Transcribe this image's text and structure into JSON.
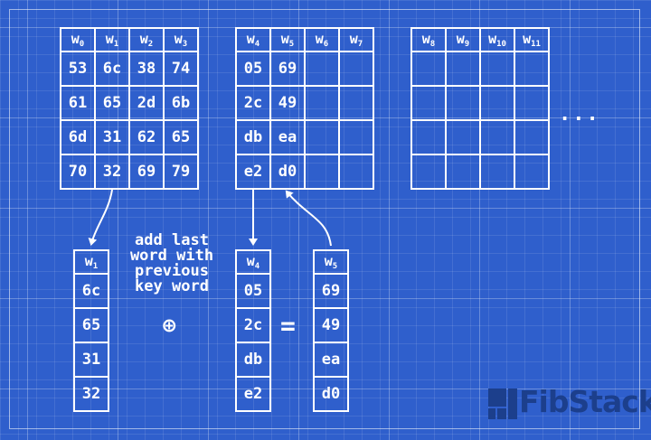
{
  "key_blocks": [
    {
      "headers": [
        "0",
        "1",
        "2",
        "3"
      ],
      "rows": [
        [
          "53",
          "6c",
          "38",
          "74"
        ],
        [
          "61",
          "65",
          "2d",
          "6b"
        ],
        [
          "6d",
          "31",
          "62",
          "65"
        ],
        [
          "70",
          "32",
          "69",
          "79"
        ]
      ]
    },
    {
      "headers": [
        "4",
        "5",
        "6",
        "7"
      ],
      "rows": [
        [
          "05",
          "69",
          "",
          ""
        ],
        [
          "2c",
          "49",
          "",
          ""
        ],
        [
          "db",
          "ea",
          "",
          ""
        ],
        [
          "e2",
          "d0",
          "",
          ""
        ]
      ]
    },
    {
      "headers": [
        "8",
        "9",
        "10",
        "11"
      ],
      "rows": [
        [
          "",
          "",
          "",
          ""
        ],
        [
          "",
          "",
          "",
          ""
        ],
        [
          "",
          "",
          "",
          ""
        ],
        [
          "",
          "",
          "",
          ""
        ]
      ]
    }
  ],
  "word_letter": "w",
  "ellipsis": "...",
  "note_lines": [
    "add last",
    "word with",
    "previous",
    "key word"
  ],
  "columns": {
    "w1": {
      "header": "1",
      "values": [
        "6c",
        "65",
        "31",
        "32"
      ]
    },
    "w4": {
      "header": "4",
      "values": [
        "05",
        "2c",
        "db",
        "e2"
      ]
    },
    "w5": {
      "header": "5",
      "values": [
        "69",
        "49",
        "ea",
        "d0"
      ]
    }
  },
  "operators": {
    "xor": "⊕",
    "equals": "="
  },
  "logo": {
    "text": "FibStack",
    "color": "#1c3f8c"
  },
  "colors": {
    "background": "#2f5fcc",
    "line": "#ffffff"
  }
}
